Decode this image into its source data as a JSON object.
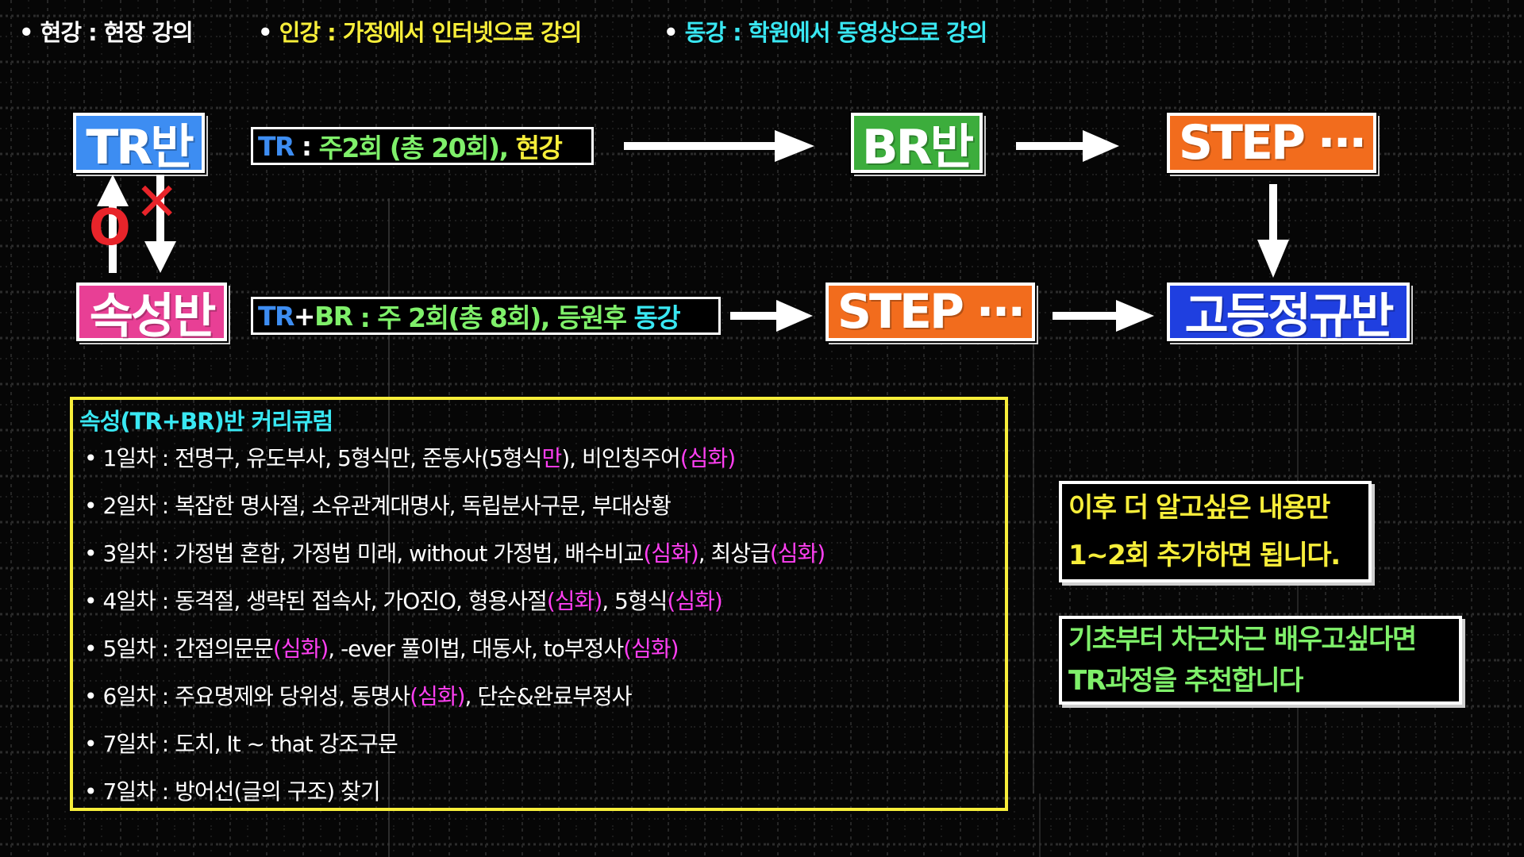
{
  "legend": [
    {
      "bullet": "•",
      "text": "현강 : 현장 강의",
      "color": "#ffffff"
    },
    {
      "bullet": "•",
      "text": "인강 : 가정에서 인터넷으로 강의",
      "color": "#f7ee3a"
    },
    {
      "bullet": "•",
      "text": "동강 : 학원에서 동영상으로 강의",
      "color": "#39e7f2"
    }
  ],
  "badges": {
    "tr": {
      "text": "TR반",
      "color": "#3d8df2"
    },
    "br": {
      "text": "BR반",
      "color": "#3cad3c"
    },
    "step_top": {
      "text": "STEP ···",
      "color": "#f26c1d"
    },
    "sokseong": {
      "text": "속성반",
      "color": "#e83f95"
    },
    "step_bottom": {
      "text": "STEP ···",
      "color": "#f26c1d"
    },
    "regular": {
      "text": "고등정규반",
      "color": "#1f3fe0"
    }
  },
  "tr_course": {
    "part1": "TR",
    "part2": " : ",
    "part3": "주2회 (총 20회), ",
    "part4": "현강",
    "colors": {
      "tr": "#3d8df2",
      "main": "#7ff06a",
      "accent": "#f7ee3a"
    }
  },
  "sokseong_course": {
    "part1": "TR",
    "part2": "+",
    "part3": "BR",
    "part4": " : 주 2회(총 8회), 등원후 ",
    "part5": "동강",
    "colors": {
      "tr": "#3d8df2",
      "br": "#7ff06a",
      "main": "#7ff06a",
      "accent": "#39e7f2"
    }
  },
  "switch_marks": {
    "allowed": "O",
    "denied": "✕",
    "color": "#e8242a"
  },
  "curriculum": {
    "title": "속성(TR+BR)반 커리큐럼",
    "border_color": "#f7ee3a",
    "items": [
      [
        {
          "t": "1일차 : 전명구, 유도부사, 5형식만, 준동사(5형식"
        },
        {
          "t": "만",
          "m": true
        },
        {
          "t": "), 비인칭주어"
        },
        {
          "t": "(심화)",
          "m": true
        }
      ],
      [
        {
          "t": "2일차 : 복잡한 명사절, 소유관계대명사, 독립분사구문, 부대상황"
        }
      ],
      [
        {
          "t": "3일차 : 가정법 혼합, 가정법 미래, without 가정법, 배수비교"
        },
        {
          "t": "(심화)",
          "m": true
        },
        {
          "t": ", 최상급"
        },
        {
          "t": "(심화)",
          "m": true
        }
      ],
      [
        {
          "t": "4일차 : 동격절, 생략된 접속사, 가O진O, 형용사절"
        },
        {
          "t": "(심화)",
          "m": true
        },
        {
          "t": ", 5형식"
        },
        {
          "t": "(심화)",
          "m": true
        }
      ],
      [
        {
          "t": "5일차 : 간접의문문"
        },
        {
          "t": "(심화)",
          "m": true
        },
        {
          "t": ", -ever 풀이법, 대동사, to부정사"
        },
        {
          "t": "(심화)",
          "m": true
        }
      ],
      [
        {
          "t": "6일차 : 주요명제와 당위성, 동명사"
        },
        {
          "t": "(심화)",
          "m": true
        },
        {
          "t": ", 단순&완료부정사"
        }
      ],
      [
        {
          "t": "7일차 : 도치, It ~ that 강조구문"
        }
      ],
      [
        {
          "t": "7일차 : 방어선(글의 구조) 찾기"
        }
      ]
    ]
  },
  "notes": [
    {
      "lines": [
        "이후 더 알고싶은 내용만",
        "1~2회 추가하면 됩니다."
      ],
      "color": "#f7ee3a"
    },
    {
      "lines": [
        "기초부터 차근차근 배우고싶다면",
        "TR과정을 추천합니다"
      ],
      "color": "#7ff06a"
    }
  ]
}
